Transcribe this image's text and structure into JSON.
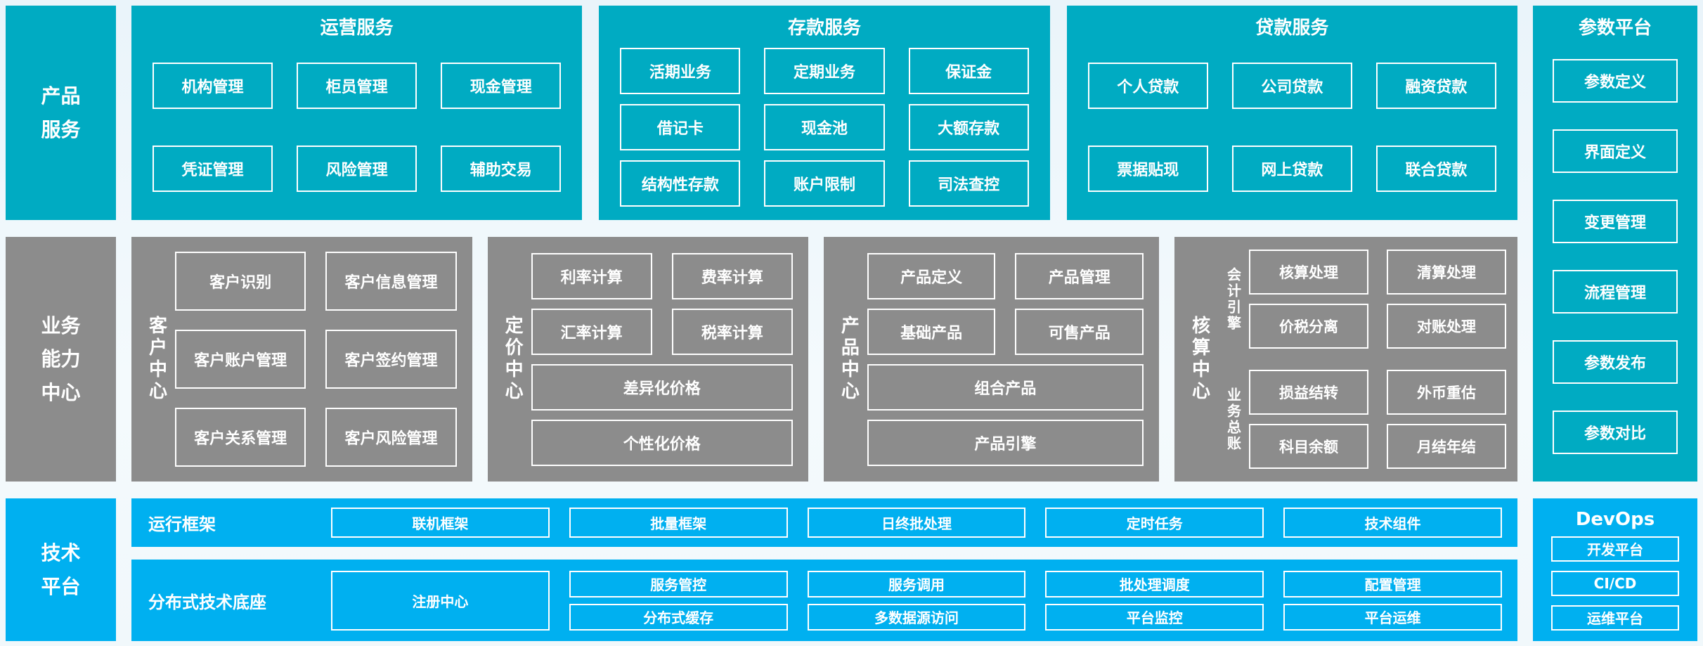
{
  "palette": {
    "teal": "#00ABC2",
    "gray": "#8C8C8C",
    "blue": "#00B0F0",
    "background": "#F1F8FB",
    "box_border": "#FFFFFF"
  },
  "side_labels": {
    "products": "产品\n服务",
    "business": "业务\n能力\n中心",
    "tech": "技术\n平台"
  },
  "top_sections": [
    {
      "title": "运营服务",
      "items": [
        "机构管理",
        "柜员管理",
        "现金管理",
        "凭证管理",
        "风险管理",
        "辅助交易"
      ]
    },
    {
      "title": "存款服务",
      "items": [
        "活期业务",
        "定期业务",
        "保证金",
        "借记卡",
        "现金池",
        "大额存款",
        "结构性存款",
        "账户限制",
        "司法查控"
      ]
    },
    {
      "title": "贷款服务",
      "items": [
        "个人贷款",
        "公司贷款",
        "融资贷款",
        "票据贴现",
        "网上贷款",
        "联合贷款"
      ]
    }
  ],
  "param_platform": {
    "title": "参数平台",
    "items": [
      "参数定义",
      "界面定义",
      "变更管理",
      "流程管理",
      "参数发布",
      "参数对比"
    ]
  },
  "capability_centers": [
    {
      "label": "客户中心",
      "rows": [
        [
          "客户识别",
          "客户信息管理"
        ],
        [
          "客户账户管理",
          "客户签约管理"
        ],
        [
          "客户关系管理",
          "客户风险管理"
        ]
      ]
    },
    {
      "label": "定价中心",
      "rows": [
        [
          "利率计算",
          "费率计算"
        ],
        [
          "汇率计算",
          "税率计算"
        ],
        [
          "差异化价格"
        ],
        [
          "个性化价格"
        ]
      ]
    },
    {
      "label": "产品中心",
      "rows": [
        [
          "产品定义",
          "产品管理"
        ],
        [
          "基础产品",
          "可售产品"
        ],
        [
          "组合产品"
        ],
        [
          "产品引擎"
        ]
      ]
    },
    {
      "label": "核算中心",
      "groups": [
        {
          "label": "会计引擎",
          "items": [
            "核算处理",
            "清算处理",
            "价税分离",
            "对账处理"
          ]
        },
        {
          "label": "业务总账",
          "items": [
            "损益结转",
            "外币重估",
            "科目余额",
            "月结年结"
          ]
        }
      ]
    }
  ],
  "tech_platform": {
    "runtime": {
      "label": "运行框架",
      "items": [
        "联机框架",
        "批量框架",
        "日终批处理",
        "定时任务",
        "技术组件"
      ]
    },
    "distributed": {
      "label": "分布式技术底座",
      "registry": "注册中心",
      "items": [
        "服务管控",
        "服务调用",
        "批处理调度",
        "配置管理",
        "分布式缓存",
        "多数据源访问",
        "平台监控",
        "平台运维"
      ]
    },
    "devops": {
      "title": "DevOps",
      "items": [
        "开发平台",
        "CI/CD",
        "运维平台"
      ]
    }
  }
}
